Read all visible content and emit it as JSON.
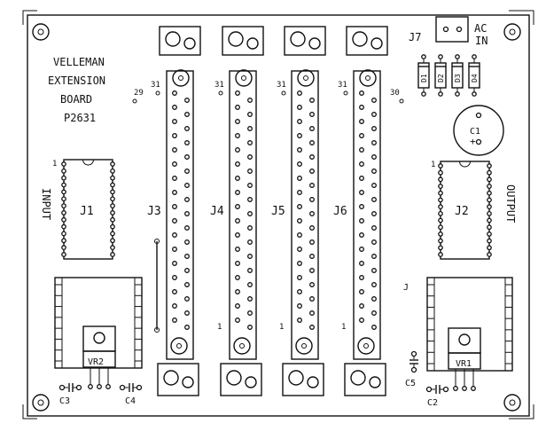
{
  "title": {
    "line1": "VELLEMAN",
    "line2": "EXTENSION",
    "line3": "BOARD",
    "line4": "P2631"
  },
  "labels": {
    "ac_line1": "AC",
    "ac_line2": "IN",
    "j7": "J7",
    "j1": "J1",
    "j2": "J2",
    "j3": "J3",
    "j4": "J4",
    "j5": "J5",
    "j6": "J6",
    "input": "INPUT",
    "output": "OUTPUT",
    "c1": "C1",
    "c1_plus": "+",
    "c2": "C2",
    "c3": "C3",
    "c4": "C4",
    "c5": "C5",
    "vr1": "VR1",
    "vr2": "VR2",
    "d1": "D1",
    "d2": "D2",
    "d3": "D3",
    "d4": "D4",
    "pin1": "1",
    "pin29": "29",
    "pin30": "30",
    "pin31": "31",
    "j_small": "J"
  }
}
